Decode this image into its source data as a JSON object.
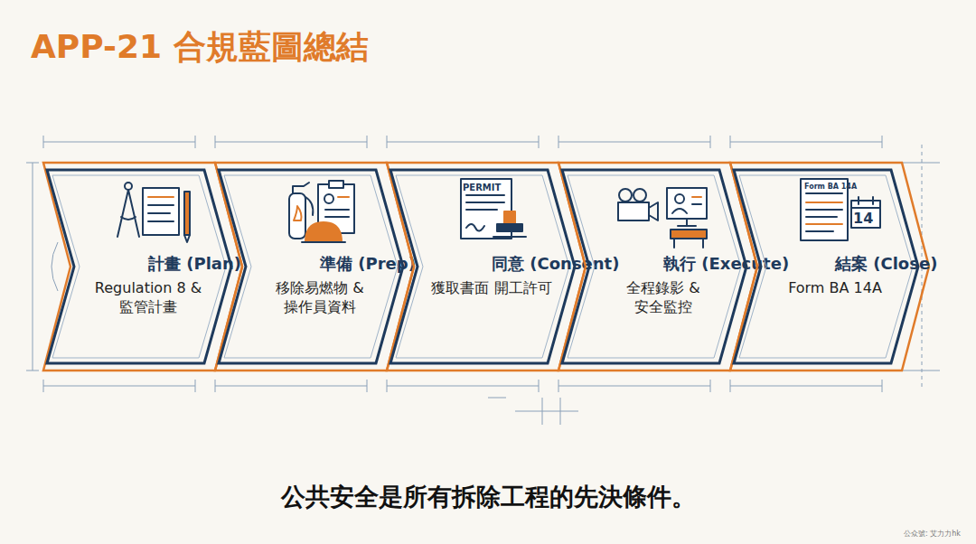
{
  "diagram": {
    "title": "APP-21 合規藍圖總結",
    "caption": "公共安全是所有拆除工程的先決條件。",
    "nodes": [
      {
        "text": [
          "計畫 (Plan)",
          "Regulation 8 & 監管計畫"
        ]
      },
      {
        "text": [
          "準備 (Prep)",
          "移除易燃物 & 操作員資料"
        ]
      },
      {
        "text": [
          "同意 (Consent)",
          "獲取書面 開工許可"
        ]
      },
      {
        "text": [
          "執行 (Execute)",
          "全程錄影 & 安全監控"
        ]
      },
      {
        "text": [
          "結案 (Close)",
          "Form BA 14A"
        ]
      }
    ],
    "labels": [
      "PERMIT",
      "Form BA 14A",
      "14",
      "公众號: 艾力力hk"
    ]
  }
}
